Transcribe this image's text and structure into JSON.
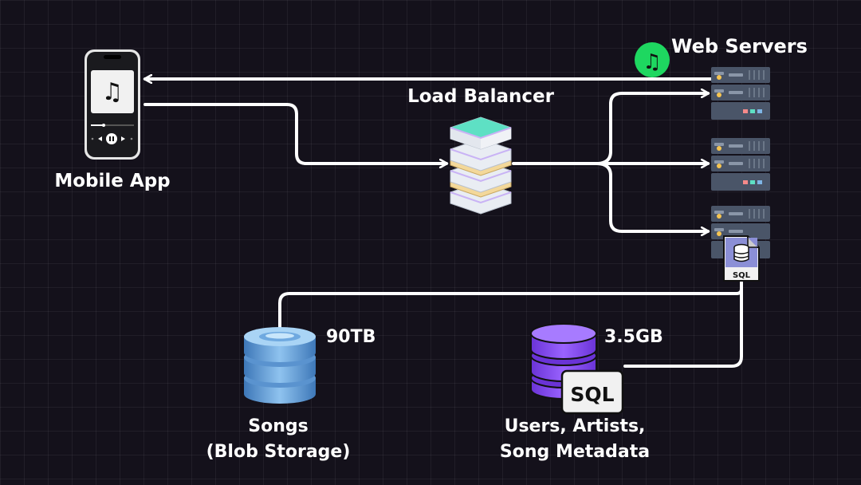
{
  "labels": {
    "web_servers": "Web Servers",
    "load_balancer": "Load Balancer",
    "mobile_app": "Mobile App",
    "songs_line1": "Songs",
    "songs_line2": "(Blob Storage)",
    "songs_size": "90TB",
    "metadata_line1": "Users, Artists,",
    "metadata_line2": "Song Metadata",
    "metadata_size": "3.5GB",
    "sql_badge_small": "SQL",
    "sql_badge_large": "SQL"
  },
  "icons": {
    "music_note": "♫",
    "brand": "spotify-logo",
    "server": "server-rack",
    "database": "database-cylinder",
    "sql_file": "sql-file"
  },
  "colors": {
    "background": "#14111b",
    "line": "#ffffff",
    "spotify_green": "#1ed760",
    "load_balancer_top": "#5ee0c4",
    "blob_storage": "#7fb6e6",
    "sql_db": "#8b5cf6",
    "server_body": "#4a5568"
  }
}
